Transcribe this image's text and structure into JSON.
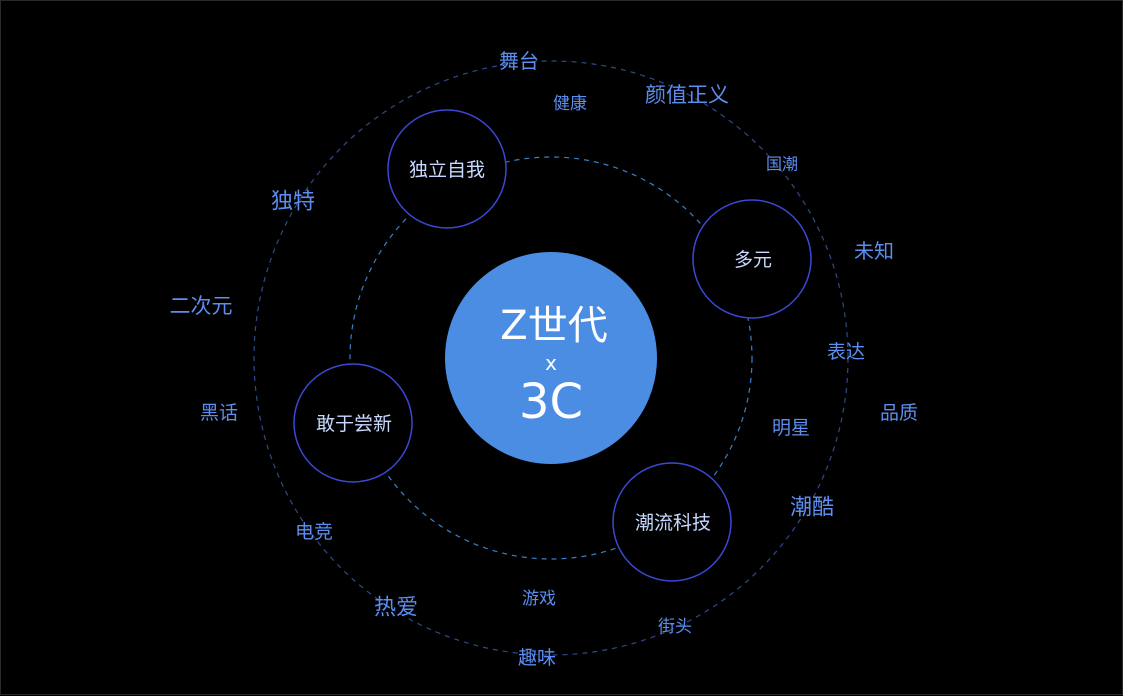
{
  "center": {
    "line1": "Z世代",
    "line2": "x",
    "line3": "3C",
    "color": "#4a8de3"
  },
  "colors": {
    "background": "#000000",
    "node_stroke": "#3b48d8",
    "orbit_inner": "#3a7fc8",
    "orbit_outer": "#2f4a8a",
    "keyword": "#5b8ef0",
    "node_text": "#c8d8ff"
  },
  "nodes": [
    {
      "label": "独立自我"
    },
    {
      "label": "多元"
    },
    {
      "label": "敢于尝新"
    },
    {
      "label": "潮流科技"
    }
  ],
  "keywords": [
    {
      "label": "舞台"
    },
    {
      "label": "健康"
    },
    {
      "label": "颜值正义"
    },
    {
      "label": "国潮"
    },
    {
      "label": "独特"
    },
    {
      "label": "未知"
    },
    {
      "label": "二次元"
    },
    {
      "label": "表达"
    },
    {
      "label": "黑话"
    },
    {
      "label": "品质"
    },
    {
      "label": "明星"
    },
    {
      "label": "潮酷"
    },
    {
      "label": "电竞"
    },
    {
      "label": "游戏"
    },
    {
      "label": "热爱"
    },
    {
      "label": "街头"
    },
    {
      "label": "趣味"
    }
  ]
}
